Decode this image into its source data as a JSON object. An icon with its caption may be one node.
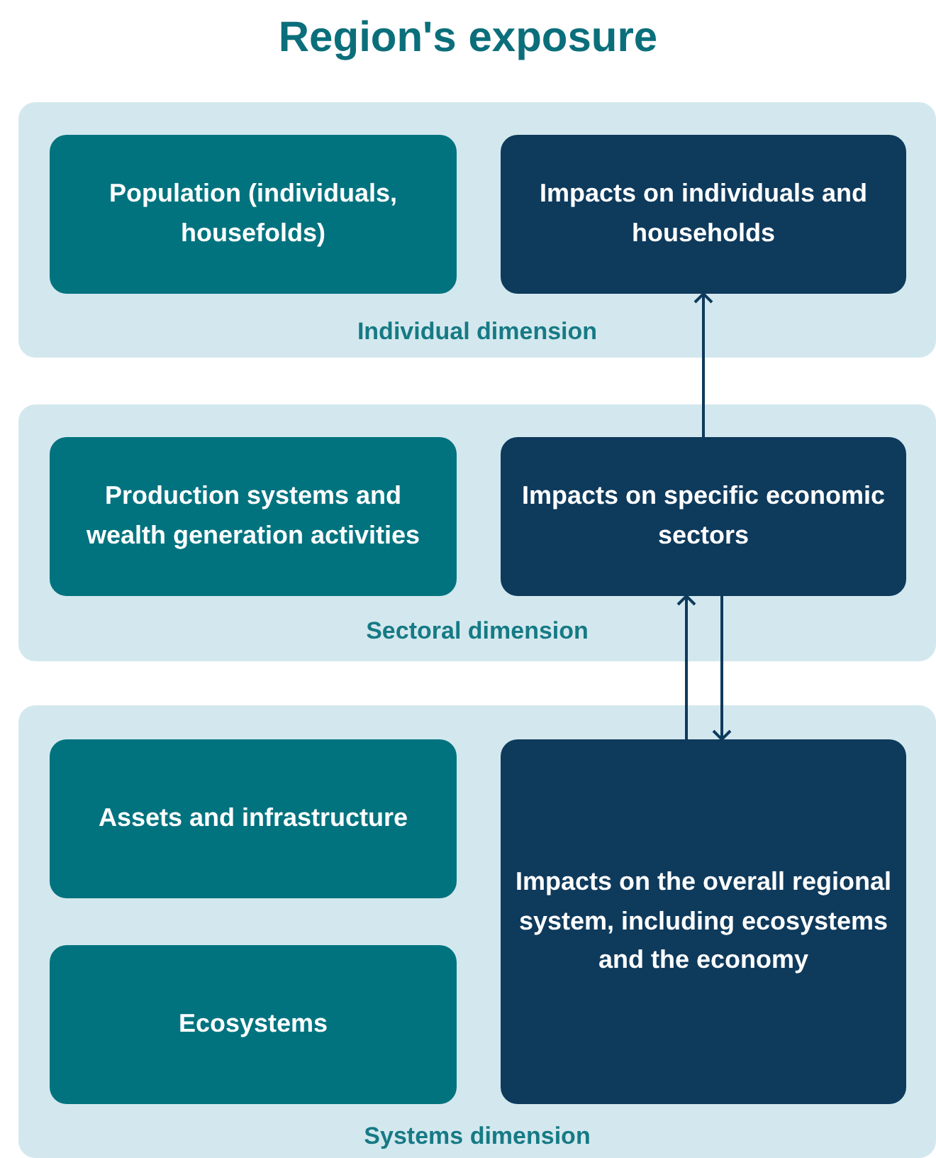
{
  "diagram": {
    "title": "Region's exposure",
    "nodes": [
      {
        "text": [
          "Individual dimension"
        ]
      },
      {
        "text": [
          "Population (individuals, housefolds)"
        ],
        "in": 0
      },
      {
        "text": [
          "Impacts on individuals and households"
        ],
        "in": 0
      },
      {
        "text": [
          "Sectoral dimension"
        ]
      },
      {
        "text": [
          "Production systems and wealth generation activities"
        ],
        "in": 3
      },
      {
        "text": [
          "Impacts on specific economic sectors"
        ],
        "in": 3
      },
      {
        "text": [
          "Systems dimension"
        ]
      },
      {
        "text": [
          "Assets and infrastructure"
        ],
        "in": 6
      },
      {
        "text": [
          "Ecosystems"
        ],
        "in": 6
      },
      {
        "text": [
          "Impacts on the overall regional system, including ecosystems and the economy"
        ],
        "in": 6
      }
    ],
    "edges": [
      {
        "from": 5,
        "to": 2,
        "arrow": "to"
      },
      {
        "from": 9,
        "to": 5,
        "arrow": "to"
      },
      {
        "from": 5,
        "to": 9,
        "arrow": "to"
      }
    ]
  }
}
